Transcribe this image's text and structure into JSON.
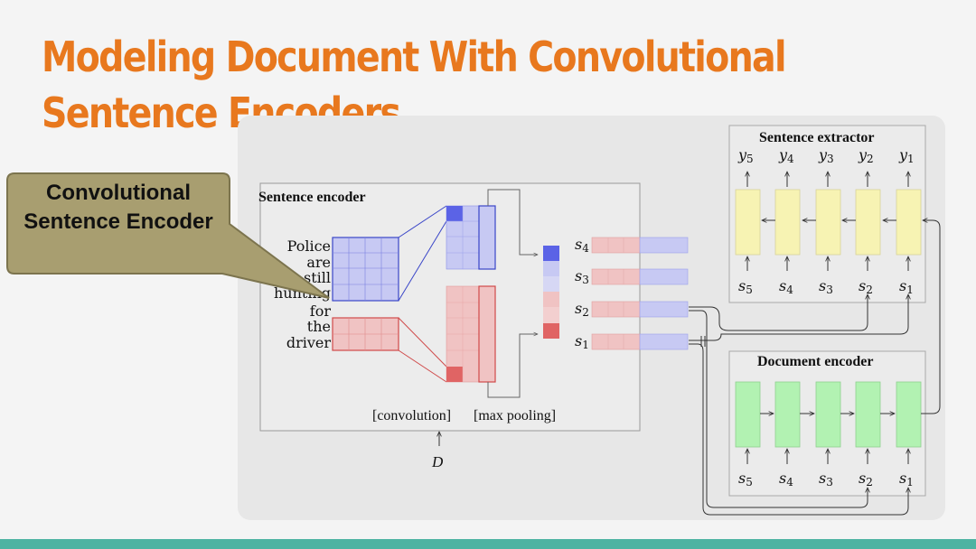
{
  "slide": {
    "title": "Modeling Document With Convolutional Sentence Encoders",
    "callout": "Convolutional Sentence Encoder"
  },
  "diagram": {
    "sentence_encoder": {
      "title": "Sentence encoder",
      "words": [
        "Police",
        "are",
        "still",
        "hunting",
        "for",
        "the",
        "driver"
      ],
      "caption_conv": "[convolution]",
      "caption_pool": "[max pooling]",
      "input_symbol": "D"
    },
    "sentence_reps": [
      "s4",
      "s3",
      "s2",
      "s1"
    ],
    "sentence_extractor": {
      "title": "Sentence extractor",
      "outputs": [
        "y5",
        "y4",
        "y3",
        "y2",
        "y1"
      ],
      "inputs": [
        "s5",
        "s4",
        "s3",
        "s2",
        "s1"
      ]
    },
    "document_encoder": {
      "title": "Document encoder",
      "inputs": [
        "s5",
        "s4",
        "s3",
        "s2",
        "s1"
      ]
    },
    "colors": {
      "title": "#e8781e",
      "blue": "#c7c9f3",
      "blue_dark": "#5b63e6",
      "red": "#f0c3c3",
      "red_dark": "#e06464",
      "yellow": "#f7f3b3",
      "green": "#b2f2b2",
      "footer": "#4db3a2"
    }
  }
}
